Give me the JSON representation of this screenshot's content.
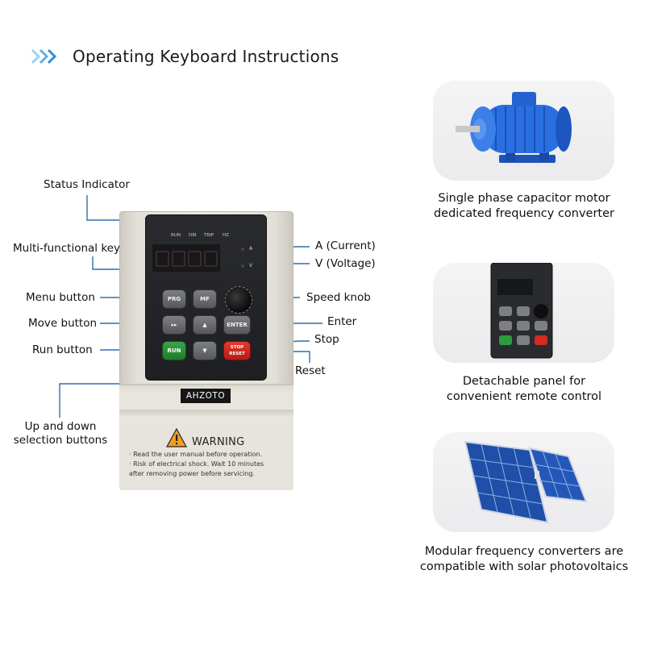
{
  "header": {
    "title": "Operating Keyboard Instructions",
    "icon": "triple-chevron-right-icon",
    "accent": "#2f8fd6"
  },
  "labels": {
    "status_indicator": "Status Indicator",
    "multi_keys": "Multi-functional keys",
    "menu_button": "Menu button",
    "move_button": "Move button",
    "run_button": "Run button",
    "updown_line1": "Up and down",
    "updown_line2": "selection buttons",
    "current": "A (Current)",
    "voltage": "V (Voltage)",
    "speed_knob": "Speed knob",
    "enter": "Enter",
    "stop": "Stop",
    "reset": "Reset"
  },
  "device": {
    "indicators": [
      "RUN",
      "DIR",
      "TRIP",
      "HZ"
    ],
    "units": [
      "A",
      "V"
    ],
    "keys": {
      "prg": "PRG",
      "mf": "MF",
      "move": "▸▸",
      "up": "▲",
      "enter": "ENTER",
      "run": "RUN",
      "down": "▼",
      "stop": "STOP",
      "reset": "RESET"
    },
    "brand": "AHZOTO",
    "warning_title": "WARNING",
    "warning_lines": [
      "· Read  the user manual before operation.",
      "· Risk of electrical shock. Wait 10 minutes",
      "after removing power before servicing."
    ]
  },
  "features": [
    {
      "icon": "electric-motor-icon",
      "line1": "Single phase capacitor motor",
      "line2": "dedicated frequency converter"
    },
    {
      "icon": "control-panel-icon",
      "line1": "Detachable panel for",
      "line2": "convenient remote control"
    },
    {
      "icon": "solar-panel-icon",
      "line1": "Modular frequency converters are",
      "line2": "compatible with solar photovoltaics"
    }
  ]
}
